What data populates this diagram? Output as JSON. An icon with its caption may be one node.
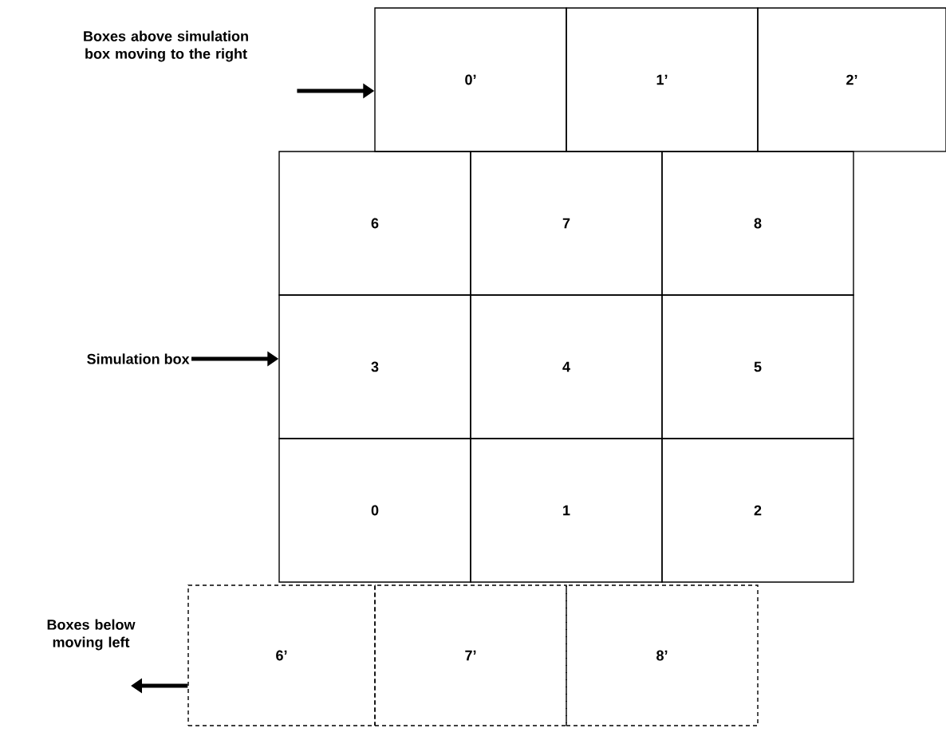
{
  "diagram": {
    "nodes": [
      {
        "text": [
          "Boxes above simulation box moving to the right"
        ]
      },
      {
        "text": [
          "0’"
        ]
      },
      {
        "text": [
          "1’"
        ]
      },
      {
        "text": [
          "2’"
        ]
      },
      {
        "text": [
          "Simulation box"
        ]
      },
      {
        "text": [
          "6"
        ]
      },
      {
        "text": [
          "7"
        ]
      },
      {
        "text": [
          "8"
        ]
      },
      {
        "text": [
          "3"
        ]
      },
      {
        "text": [
          "4"
        ]
      },
      {
        "text": [
          "5"
        ]
      },
      {
        "text": [
          "0"
        ]
      },
      {
        "text": [
          "1"
        ]
      },
      {
        "text": [
          "2"
        ]
      },
      {
        "text": [
          "6’"
        ]
      },
      {
        "text": [
          "7’"
        ]
      },
      {
        "text": [
          "8’"
        ]
      }
    ],
    "edges": [
      {
        "from": 0,
        "to": 1,
        "arrow": "to"
      },
      {
        "from": 4,
        "to": 8,
        "arrow": "to"
      },
      {
        "from": 14,
        "to": null,
        "arrow": "to"
      }
    ],
    "labels": [
      "Boxes below moving left"
    ]
  }
}
